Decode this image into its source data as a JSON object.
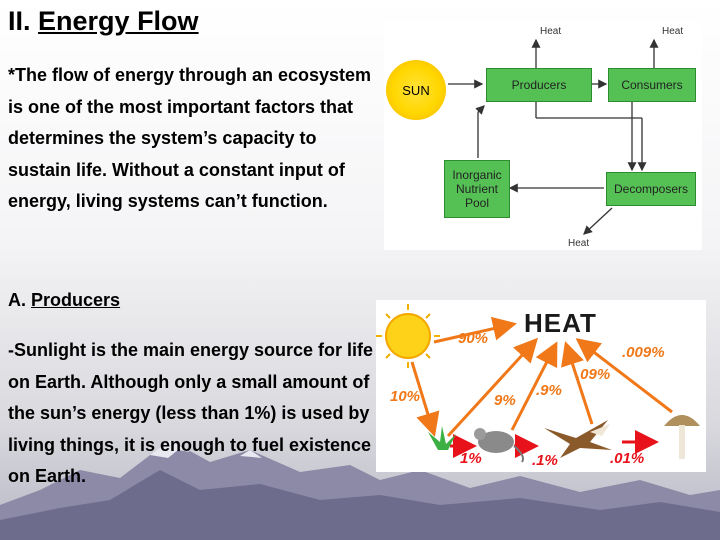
{
  "title": {
    "numeral": "II.",
    "main": "Energy Flow"
  },
  "paragraph1": "*The flow of energy through an ecosystem is one of the most important factors that determines the system’s capacity to sustain life. Without a constant input of energy, living systems can’t function.",
  "subheading": {
    "letter": "A.",
    "label": "Producers"
  },
  "paragraph2": "-Sunlight is the main energy source for life on Earth. Although only a small amount of the sun’s energy (less than 1%) is used by living things, it is enough to fuel existence on Earth.",
  "diagram1": {
    "sun": "SUN",
    "producers": "Producers",
    "consumers": "Consumers",
    "decomposers": "Decomposers",
    "pool_line1": "Inorganic",
    "pool_line2": "Nutrient",
    "pool_line3": "Pool",
    "heat_left": "Heat",
    "heat_right": "Heat",
    "heat_bottom": "Heat"
  },
  "diagram2": {
    "heading": "HEAT",
    "pct_90": "90%",
    "pct_10": "10%",
    "pct_9": "9%",
    "pct_09": ".9%",
    "pct_009": ".009%",
    "pct_09b": ".09%",
    "pct_1": "1%",
    "pct_01": ".1%",
    "pct_001": ".01%"
  },
  "colors": {
    "box_green": "#55c155",
    "arrow_orange": "#f07818",
    "arrow_red": "#e8121a",
    "sun_yellow": "#ffd700"
  }
}
